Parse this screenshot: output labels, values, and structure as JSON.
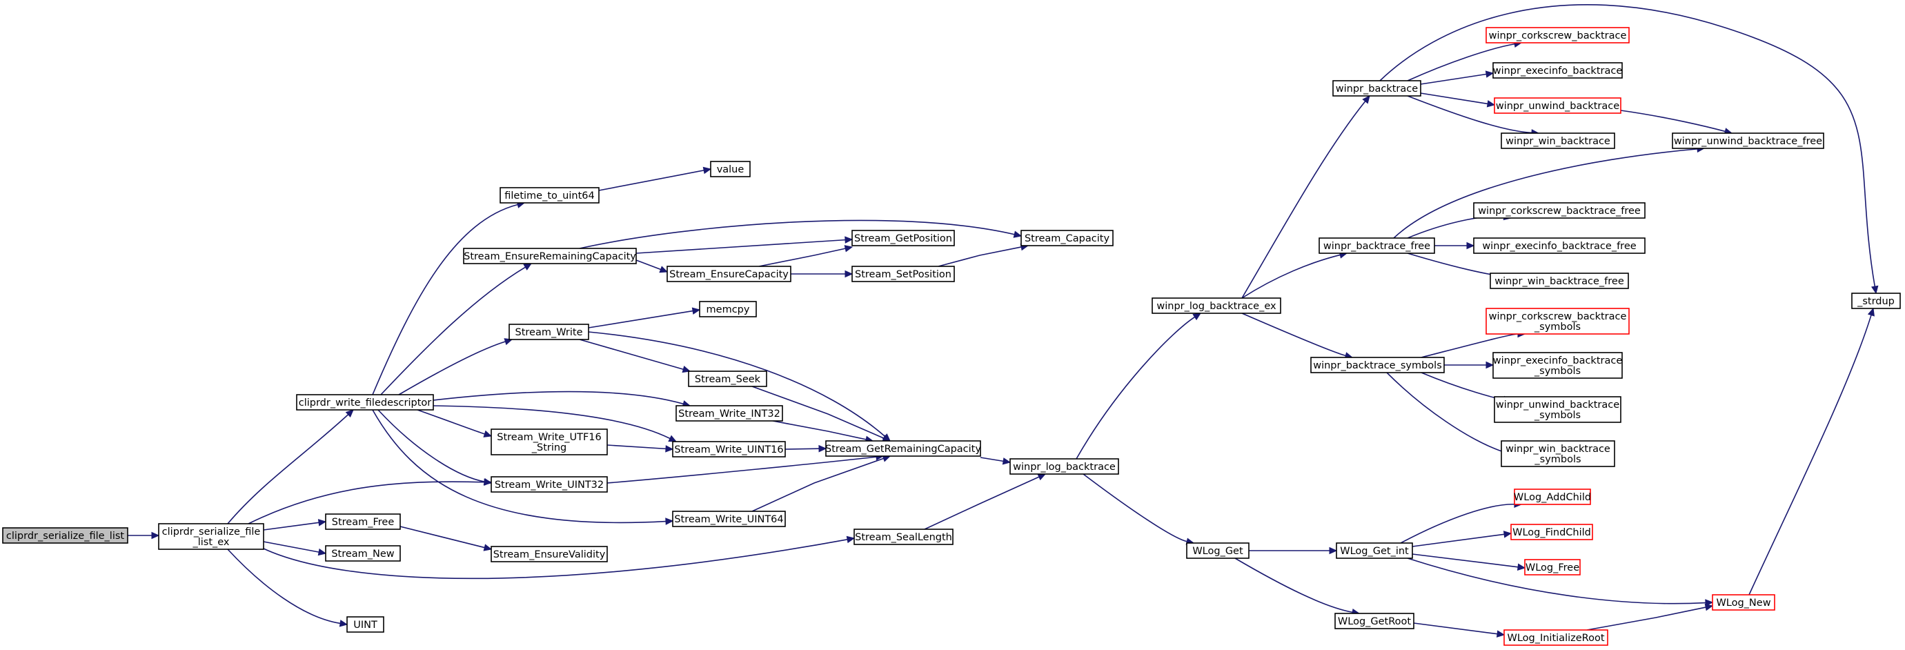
{
  "colors": {
    "edge": "#191970",
    "node_border": "#000000",
    "node_border_red": "#ff0000",
    "root_fill": "#bfbfbf"
  },
  "nodes": [
    {
      "id": "root",
      "lines": [
        "cliprdr_serialize_file_list"
      ],
      "root": true
    },
    {
      "id": "ex",
      "lines": [
        "cliprdr_serialize_file",
        "_list_ex"
      ]
    },
    {
      "id": "wfd",
      "lines": [
        "cliprdr_write_filedescriptor"
      ]
    },
    {
      "id": "sfree",
      "lines": [
        "Stream_Free"
      ]
    },
    {
      "id": "snew",
      "lines": [
        "Stream_New"
      ]
    },
    {
      "id": "uint",
      "lines": [
        "UINT"
      ]
    },
    {
      "id": "ssl",
      "lines": [
        "Stream_SealLength"
      ]
    },
    {
      "id": "fttu",
      "lines": [
        "filetime_to_uint64"
      ]
    },
    {
      "id": "value",
      "lines": [
        "value"
      ]
    },
    {
      "id": "serc",
      "lines": [
        "Stream_EnsureRemainingCapacity"
      ]
    },
    {
      "id": "sec",
      "lines": [
        "Stream_EnsureCapacity"
      ]
    },
    {
      "id": "sgp",
      "lines": [
        "Stream_GetPosition"
      ]
    },
    {
      "id": "ssp",
      "lines": [
        "Stream_SetPosition"
      ]
    },
    {
      "id": "scap",
      "lines": [
        "Stream_Capacity"
      ]
    },
    {
      "id": "sw",
      "lines": [
        "Stream_Write"
      ]
    },
    {
      "id": "memcpy",
      "lines": [
        "memcpy"
      ]
    },
    {
      "id": "sseek",
      "lines": [
        "Stream_Seek"
      ]
    },
    {
      "id": "swi32",
      "lines": [
        "Stream_Write_INT32"
      ]
    },
    {
      "id": "swutf",
      "lines": [
        "Stream_Write_UTF16",
        "_String"
      ]
    },
    {
      "id": "swu16",
      "lines": [
        "Stream_Write_UINT16"
      ]
    },
    {
      "id": "swu32",
      "lines": [
        "Stream_Write_UINT32"
      ]
    },
    {
      "id": "swu64",
      "lines": [
        "Stream_Write_UINT64"
      ]
    },
    {
      "id": "sgrc",
      "lines": [
        "Stream_GetRemainingCapacity"
      ]
    },
    {
      "id": "sev",
      "lines": [
        "Stream_EnsureValidity"
      ]
    },
    {
      "id": "wlb",
      "lines": [
        "winpr_log_backtrace"
      ]
    },
    {
      "id": "wlbe",
      "lines": [
        "winpr_log_backtrace_ex"
      ]
    },
    {
      "id": "wb",
      "lines": [
        "winpr_backtrace"
      ]
    },
    {
      "id": "wcb",
      "lines": [
        "winpr_corkscrew_backtrace"
      ],
      "red": true
    },
    {
      "id": "web",
      "lines": [
        "winpr_execinfo_backtrace"
      ]
    },
    {
      "id": "wub",
      "lines": [
        "winpr_unwind_backtrace"
      ],
      "red": true
    },
    {
      "id": "wwb",
      "lines": [
        "winpr_win_backtrace"
      ]
    },
    {
      "id": "wubf",
      "lines": [
        "winpr_unwind_backtrace_free"
      ]
    },
    {
      "id": "wbf",
      "lines": [
        "winpr_backtrace_free"
      ]
    },
    {
      "id": "wcbf",
      "lines": [
        "winpr_corkscrew_backtrace_free"
      ]
    },
    {
      "id": "webf",
      "lines": [
        "winpr_execinfo_backtrace_free"
      ]
    },
    {
      "id": "wwbf",
      "lines": [
        "winpr_win_backtrace_free"
      ]
    },
    {
      "id": "wbs",
      "lines": [
        "winpr_backtrace_symbols"
      ]
    },
    {
      "id": "wcbs",
      "lines": [
        "winpr_corkscrew_backtrace",
        "_symbols"
      ],
      "red": true
    },
    {
      "id": "webs",
      "lines": [
        "winpr_execinfo_backtrace",
        "_symbols"
      ]
    },
    {
      "id": "wubs",
      "lines": [
        "winpr_unwind_backtrace",
        "_symbols"
      ]
    },
    {
      "id": "wwbs",
      "lines": [
        "winpr_win_backtrace",
        "_symbols"
      ]
    },
    {
      "id": "strdup",
      "lines": [
        "_strdup"
      ]
    },
    {
      "id": "wlg",
      "lines": [
        "WLog_Get"
      ]
    },
    {
      "id": "wlgi",
      "lines": [
        "WLog_Get_int"
      ]
    },
    {
      "id": "wlac",
      "lines": [
        "WLog_AddChild"
      ],
      "red": true
    },
    {
      "id": "wlfc",
      "lines": [
        "WLog_FindChild"
      ],
      "red": true
    },
    {
      "id": "wlf",
      "lines": [
        "WLog_Free"
      ],
      "red": true
    },
    {
      "id": "wln",
      "lines": [
        "WLog_New"
      ],
      "red": true
    },
    {
      "id": "wlgr",
      "lines": [
        "WLog_GetRoot"
      ]
    },
    {
      "id": "wlir",
      "lines": [
        "WLog_InitializeRoot"
      ],
      "red": true
    }
  ],
  "edges": [
    [
      "root",
      "ex"
    ],
    [
      "ex",
      "wfd"
    ],
    [
      "ex",
      "swu32"
    ],
    [
      "ex",
      "sfree"
    ],
    [
      "ex",
      "snew"
    ],
    [
      "ex",
      "uint"
    ],
    [
      "ex",
      "ssl"
    ],
    [
      "wfd",
      "fttu"
    ],
    [
      "wfd",
      "serc"
    ],
    [
      "wfd",
      "sw"
    ],
    [
      "wfd",
      "swi32"
    ],
    [
      "wfd",
      "swutf"
    ],
    [
      "wfd",
      "swu16"
    ],
    [
      "wfd",
      "swu32"
    ],
    [
      "wfd",
      "swu64"
    ],
    [
      "fttu",
      "value"
    ],
    [
      "serc",
      "scap"
    ],
    [
      "serc",
      "sgp"
    ],
    [
      "serc",
      "sec"
    ],
    [
      "sec",
      "sgp"
    ],
    [
      "sec",
      "ssp"
    ],
    [
      "ssp",
      "scap"
    ],
    [
      "sw",
      "memcpy"
    ],
    [
      "sw",
      "sseek"
    ],
    [
      "sw",
      "sgrc"
    ],
    [
      "sseek",
      "sgrc"
    ],
    [
      "swi32",
      "sgrc"
    ],
    [
      "swutf",
      "swu16"
    ],
    [
      "swu16",
      "sgrc"
    ],
    [
      "swu32",
      "sgrc"
    ],
    [
      "swu64",
      "sgrc"
    ],
    [
      "sfree",
      "sev"
    ],
    [
      "sgrc",
      "wlb"
    ],
    [
      "ssl",
      "wlb"
    ],
    [
      "wlb",
      "wlbe"
    ],
    [
      "wlb",
      "wlg"
    ],
    [
      "wlbe",
      "wb"
    ],
    [
      "wlbe",
      "wbf"
    ],
    [
      "wlbe",
      "wbs"
    ],
    [
      "wb",
      "wcb"
    ],
    [
      "wb",
      "web"
    ],
    [
      "wb",
      "wub"
    ],
    [
      "wb",
      "wwb"
    ],
    [
      "wb",
      "strdup"
    ],
    [
      "wub",
      "wubf"
    ],
    [
      "wbf",
      "wubf"
    ],
    [
      "wbf",
      "wcbf"
    ],
    [
      "wbf",
      "webf"
    ],
    [
      "wbf",
      "wwbf"
    ],
    [
      "wbs",
      "wcbs"
    ],
    [
      "wbs",
      "webs"
    ],
    [
      "wbs",
      "wubs"
    ],
    [
      "wbs",
      "wwbs"
    ],
    [
      "wlg",
      "wlgi"
    ],
    [
      "wlg",
      "wlgr"
    ],
    [
      "wlgi",
      "wlac"
    ],
    [
      "wlgi",
      "wlfc"
    ],
    [
      "wlgi",
      "wlf"
    ],
    [
      "wlgi",
      "wln"
    ],
    [
      "wlgr",
      "wlir"
    ],
    [
      "wlir",
      "wln"
    ],
    [
      "wln",
      "strdup"
    ]
  ]
}
